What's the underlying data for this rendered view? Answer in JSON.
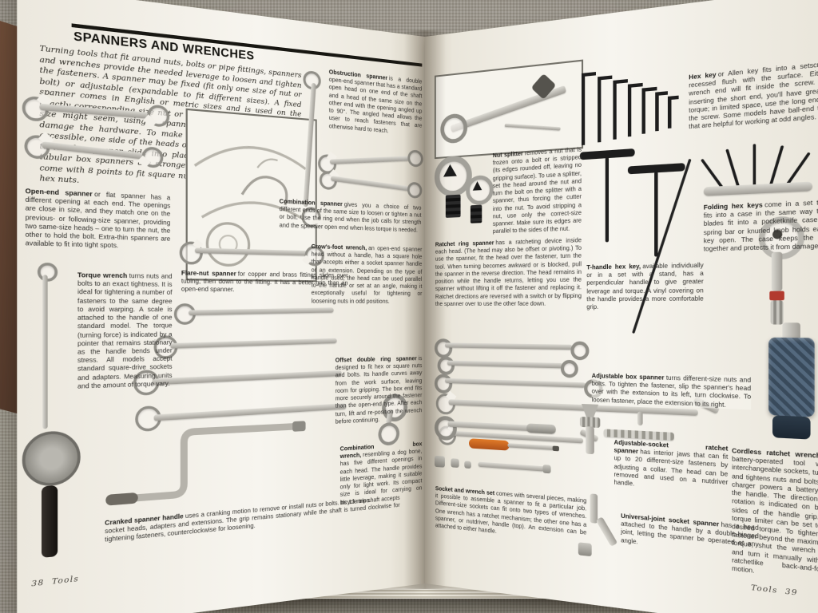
{
  "book": {
    "left_page": {
      "header": "SPANNERS AND WRENCHES",
      "intro": "Turning tools that fit around nuts, bolts or pipe fittings, spanners and wrenches provide the needed leverage to loosen and tighten the fasteners. A spanner may be fixed (fit only one size of nut or bolt) or adjustable (expandable to fit different sizes). A fixed spanner comes in English or metric sizes and is used on the exactly corresponding size nut or bolt. No matter how close the size might seem, using a spanner that is 'almost right' can damage the hardware. To make hard-to-reach nuts and bolts accessible, one side of the heads on some fixed spanners is open to let the spanner slide into place. Ring spanners and closed tubular box spanners are stronger and less likely to slip. They come with 8 points to fit square nuts or with 6 or 12 points to fit hex nuts.",
      "entries": [
        {
          "title": "Open-end spanner",
          "body": "or flat spanner has a different opening at each end. The openings are close in size, and they match one on the previous- or following-size spanner, providing two same-size heads – one to turn the nut, the other to hold the bolt. Extra-thin spanners are available to fit into tight spots."
        },
        {
          "title": "Obstruction spanner",
          "body": "is a double open-end spanner that has a standard open head on one end of the shaft and a head of the same size on the other end with the opening angled up to 90°. The angled head allows the user to reach fasteners that are otherwise hard to reach."
        },
        {
          "title": "Combination spanner",
          "body": "gives you a choice of two different ends of the same size to loosen or tighten a nut or bolt. Use the ring end when the job calls for strength and the speedier open end when less torque is needed."
        },
        {
          "title": "Crow's-foot wrench,",
          "body": "an open-end spanner head without a handle, has a square hole that accepts either a socket spanner handle or an extension. Depending on the type of handle used, the head can be used parallel to the handle or set at an angle, making it exceptionally useful for tightening or loosening nuts in odd positions."
        },
        {
          "title": "Torque wrench",
          "body": "turns nuts and bolts to an exact tightness. It is ideal for tightening a number of fasteners to the same degree to avoid warping. A scale is attached to the handle of one standard model. The torque (turning force) is indicated by a pointer that remains stationary as the handle bends under stress. All models accept standard square-drive sockets and adapters. Measuring units and the amount of torque vary."
        },
        {
          "title": "Flare-nut spanner",
          "body": "for copper and brass fittings slides over tubing, then down to the fitting. It has a better grip than an open-end spanner."
        },
        {
          "title": "Offset double ring spanner",
          "body": "is designed to fit hex or square nuts and bolts. Its handle curves away from the work surface, leaving room for gripping. The box end fits more securely around the fastener than the open-end type. After each turn, lift and re-position the wrench before continuing."
        },
        {
          "title": "Combination box wrench,",
          "body": "resembling a dog bone, has five different openings in each head. The handle provides little leverage, making it suitable only for light work. Its compact size is ideal for carrying on bicycle trips."
        },
        {
          "title": "Cranked spanner handle",
          "body": "uses a cranking motion to remove or install nuts or bolts. Its 13 mm shaft accepts socket heads, adapters and extensions. The grip remains stationary while the shaft is turned clockwise for tightening fasteners, counterclockwise for loosening."
        }
      ],
      "footer": {
        "number": "38",
        "label": "Tools"
      }
    },
    "right_page": {
      "entries": [
        {
          "title": "Nut splitter",
          "body": "removes a nut that is frozen onto a bolt or is stripped (its edges rounded off, leaving no gripping surface). To use a splitter, set the head around the nut and turn the bolt on the splitter with a spanner, thus forcing the cutter into the nut. To avoid stripping a nut, use only the correct-size spanner. Make sure its edges are parallel to the sides of the nut."
        },
        {
          "title": "Ratchet ring spanner",
          "body": "has a ratcheting device inside each head. (The head may also be offset or pivoting.) To use the spanner, fit the head over the fastener, turn the tool. When turning becomes awkward or is blocked, pull the spanner in the reverse direction. The head remains in position while the handle returns, letting you use the spanner without lifting it off the fastener and replacing it. Ratchet directions are reversed with a switch or by flipping the spanner over to use the other face down."
        },
        {
          "title": "Hex key",
          "body": "or Allen key fits into a setscrew recessed flush with the surface. Either wrench end will fit inside the screw. By inserting the short end, you'll have greater torque; in limited space, use the long end in the screw. Some models have ball-end tips that are helpful for working at odd angles."
        },
        {
          "title": "Folding hex keys",
          "body": "come in a set that fits into a case in the same way that blades fit into a pocketknife case. A spring bar or knurled knob holds each key open. The case keeps the set together and protects it from damage."
        },
        {
          "title": "T-handle hex key,",
          "body": "available individually or in a set with a stand, has a perpendicular handle to give greater leverage and torque. A vinyl covering on the handle provides a more comfortable grip."
        },
        {
          "title": "Adjustable box spanner",
          "body": "turns different-size nuts and bolts. To tighten the fastener, slip the spanner's head over with the extension to its left, turn clockwise. To loosen fastener, place the extension to its right."
        },
        {
          "title": "Adjustable-socket ratchet spanner",
          "body": "has interior jaws that can fit up to 20 different-size fasteners by adjusting a collar. The head can be removed and used on a nutdriver handle."
        },
        {
          "title": "Cordless ratchet wrench,",
          "body": "a battery-operated tool with interchangeable sockets, turns and tightens nuts and bolts. A charger powers a battery in the handle. The direction of rotation is indicated on both sides of the handle grip. A torque limiter can be set to a desired torque. To tighten a fastener beyond the maximum torque, shut the wrench off and turn it manually with a ratchetlike back-and-forth motion."
        },
        {
          "title": "Socket and wrench set",
          "body": "comes with several pieces, making it possible to assemble a spanner to fit a particular job. Different-size sockets can fit onto two types of wrenches. One wrench has a ratchet mechanism; the other one has a spanner, or nutdriver, handle (top). An extension can be attached to either handle."
        },
        {
          "title": "Universal-joint socket spanner",
          "body": "has a head attached to the handle by a double-hinged joint, letting the spanner be operated at any angle."
        }
      ],
      "footer": {
        "label": "Tools",
        "number": "39"
      }
    }
  },
  "colors": {
    "page": "#f3f0e8",
    "fabric": "#a7a296",
    "hex_key_black": "#1d1d1d",
    "driver_orange": "#d4702a",
    "cordless_blue": "#4c6075",
    "accent_red": "#b23a2e",
    "page_edge_red": "#8e3a30"
  }
}
